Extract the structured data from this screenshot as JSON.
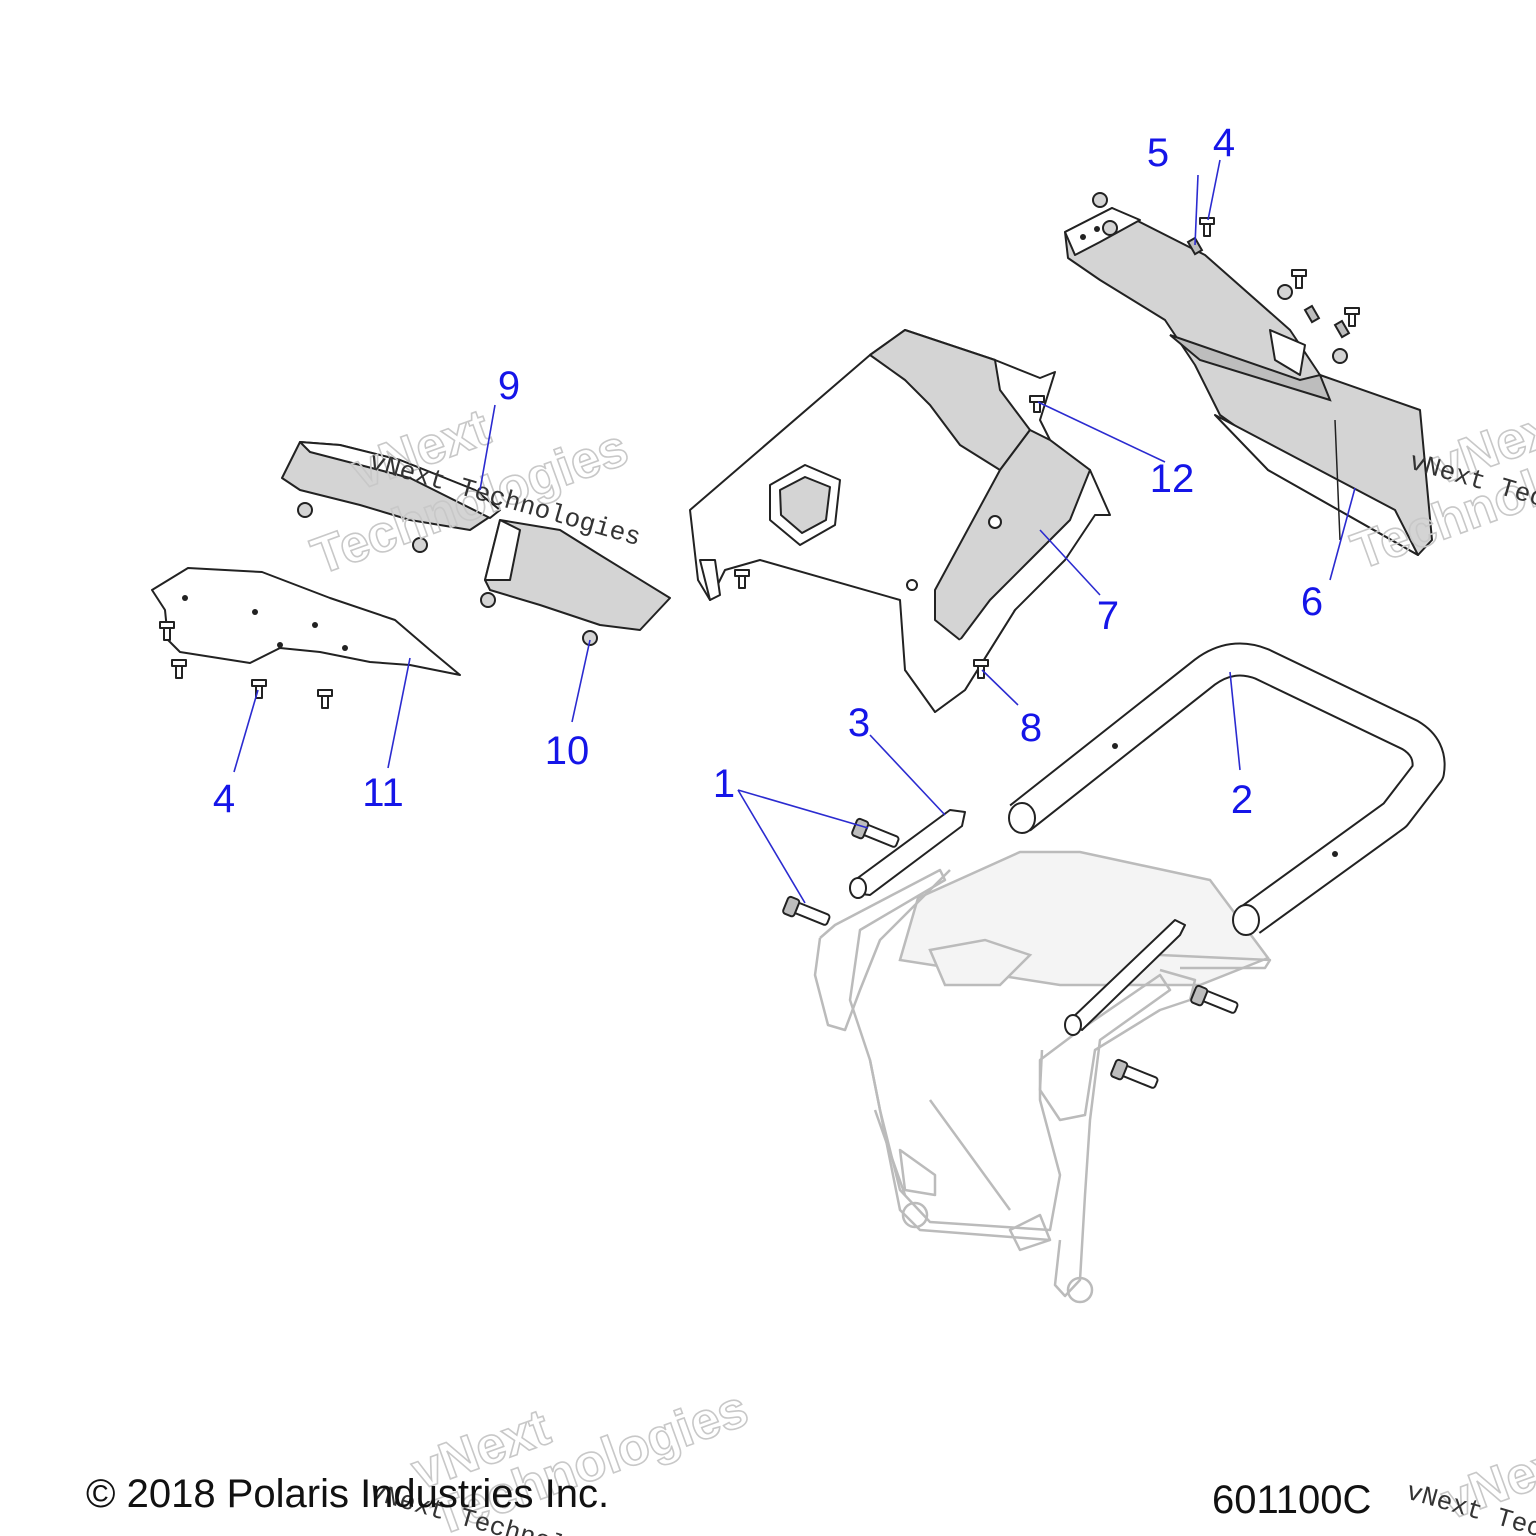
{
  "diagram_number": "601100C",
  "copyright": "© 2018 Polaris Industries Inc.",
  "watermark": {
    "line1": "vNext Technologies",
    "outline_word1": "vNext",
    "outline_word2": "Technologies"
  },
  "callouts": [
    "1",
    "2",
    "3",
    "4",
    "4",
    "5",
    "6",
    "7",
    "8",
    "9",
    "10",
    "11",
    "12"
  ],
  "colors": {
    "callout": "#1515e8",
    "leader": "#2b2bd0",
    "part_outline": "#222222",
    "frame_ghost": "#bbbbbb"
  }
}
